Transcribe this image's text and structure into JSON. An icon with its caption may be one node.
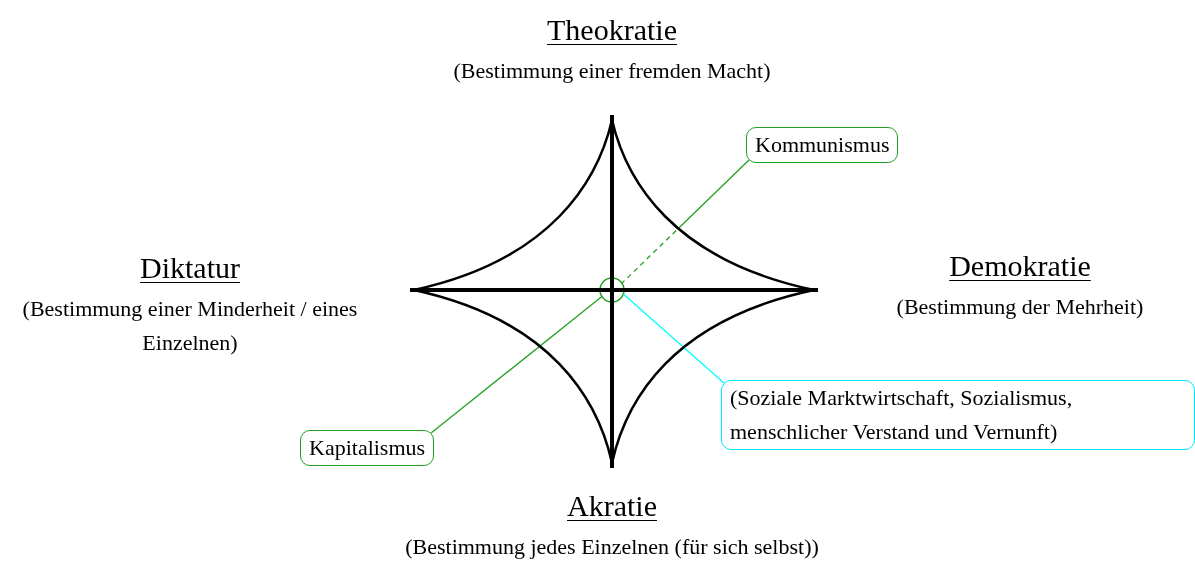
{
  "diagram": {
    "nodes": [
      {
        "text": [
          "Theokratie",
          "(Bestimmung einer fremden Macht)"
        ]
      },
      {
        "text": [
          "Diktatur",
          "(Bestimmung einer Minderheit / eines Einzelnen)"
        ]
      },
      {
        "text": [
          "Demokratie",
          "(Bestimmung der Mehrheit)"
        ]
      },
      {
        "text": [
          "Akratie",
          "(Bestimmung jedes Einzelnen (für sich selbst))"
        ]
      },
      {
        "text": [
          "Kommunismus"
        ]
      },
      {
        "text": [],
        "shape": "circle"
      },
      {
        "text": [
          "Kapitalismus"
        ]
      },
      {
        "text": [
          "(Soziale Marktwirtschaft, Sozialismus, menschlicher Verstand und Vernunft)"
        ]
      }
    ],
    "edges": [
      {
        "from": 4,
        "to": 5,
        "arrow": "none",
        "style": "dashed"
      },
      {
        "from": 6,
        "to": 5,
        "arrow": "none"
      },
      {
        "from": 7,
        "to": 5,
        "arrow": "none",
        "color": "#00ffff"
      }
    ]
  }
}
